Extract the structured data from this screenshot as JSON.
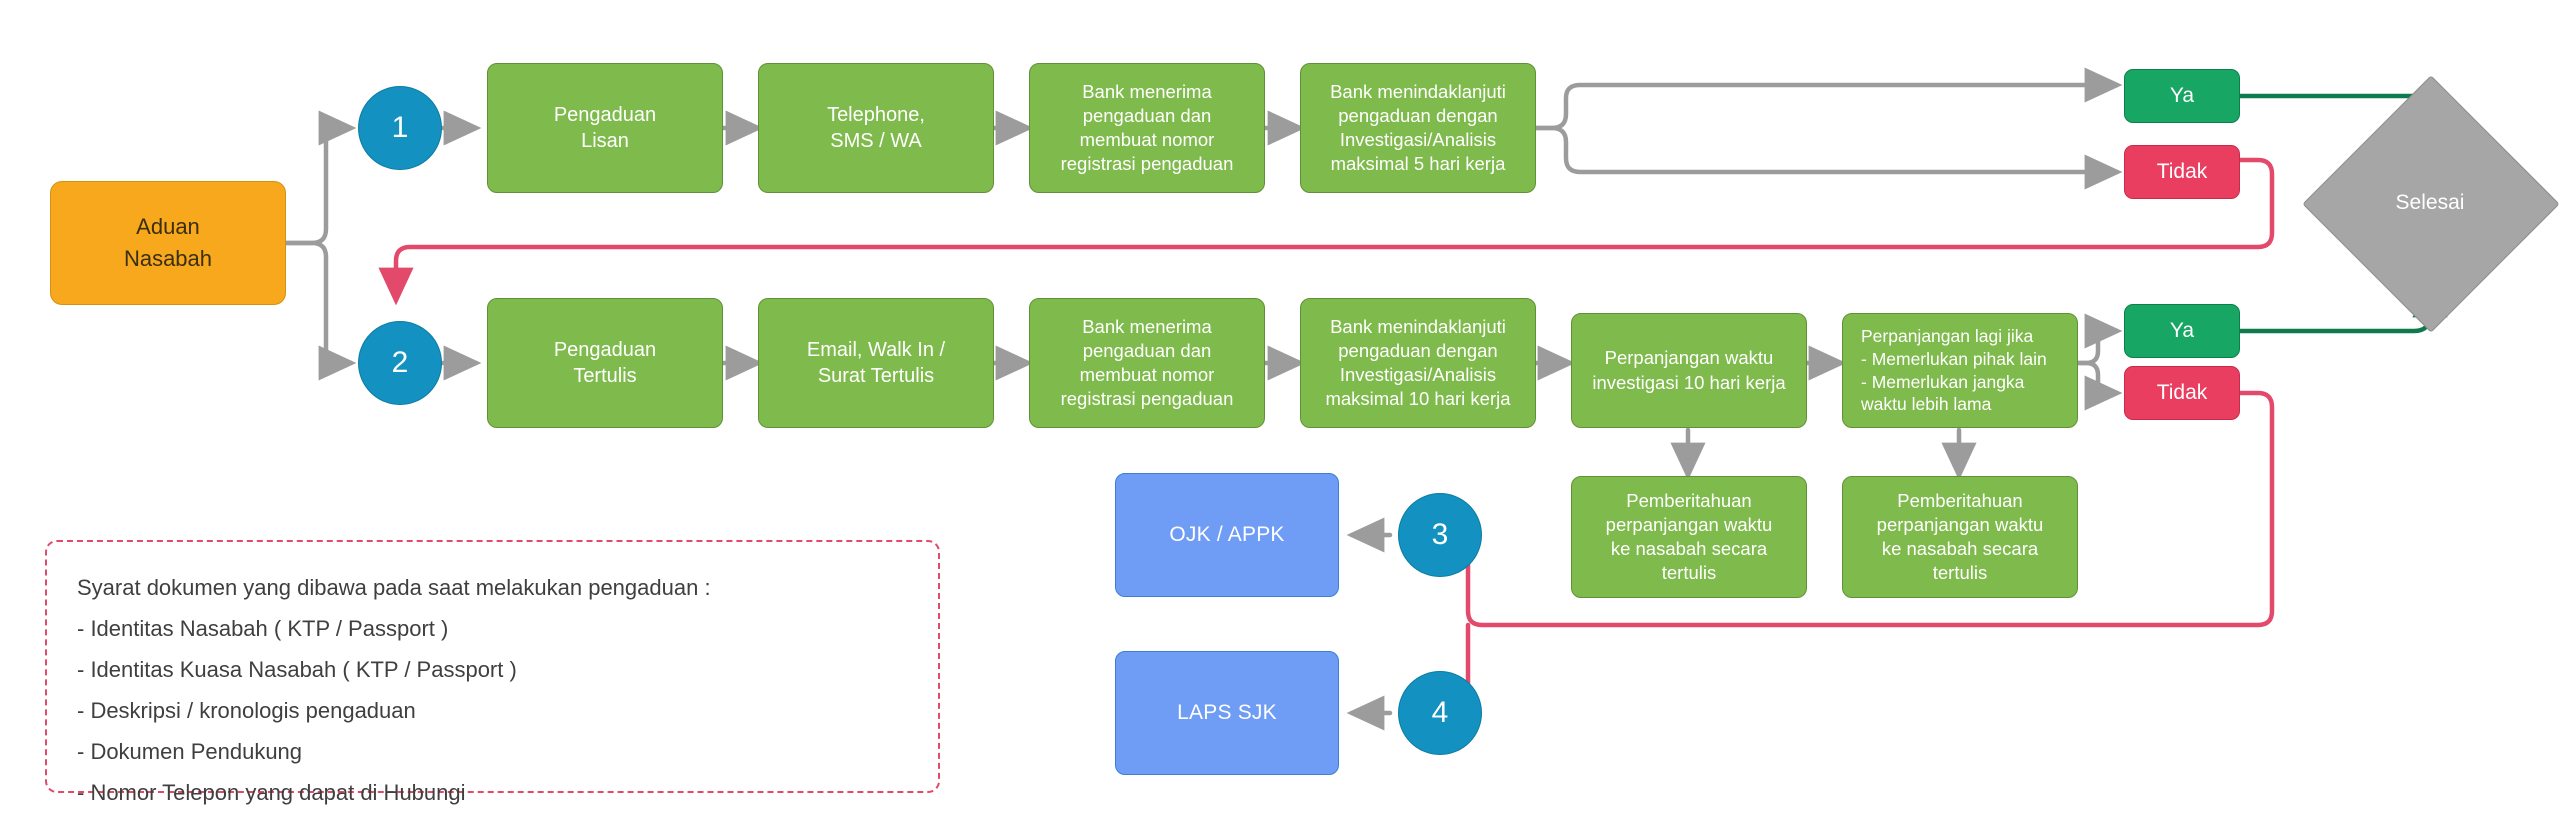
{
  "diagram": {
    "title": "Alur Pengaduan Nasabah",
    "colors": {
      "green_fill": "#7fba4c",
      "green_stroke": "#5f9235",
      "orange_fill": "#f8a81c",
      "blue_fill": "#6f9cf5",
      "circle_fill": "#1391c0",
      "yes_fill": "#17a663",
      "no_fill": "#ea3e61",
      "diamond_fill": "#a6a6a6",
      "connector_gray": "#9c9c9c",
      "connector_pink": "#e2496b",
      "connector_green": "#0f7a4d"
    }
  },
  "start": {
    "label": "Aduan\nNasabah",
    "line1": "Aduan",
    "line2": "Nasabah"
  },
  "branch_markers": [
    {
      "id": "marker-1",
      "label": "1"
    },
    {
      "id": "marker-2",
      "label": "2"
    },
    {
      "id": "marker-3",
      "label": "3"
    },
    {
      "id": "marker-4",
      "label": "4"
    }
  ],
  "row1": {
    "name": "Pengaduan Lisan",
    "steps": [
      {
        "id": "row1-step-1",
        "lines": [
          "Pengaduan",
          "Lisan"
        ]
      },
      {
        "id": "row1-step-2",
        "lines": [
          "Telephone,",
          "SMS / WA"
        ]
      },
      {
        "id": "row1-step-3",
        "lines": [
          "Bank menerima",
          "pengaduan dan",
          "membuat nomor",
          "registrasi pengaduan"
        ]
      },
      {
        "id": "row1-step-4",
        "lines": [
          "Bank menindaklanjuti",
          "pengaduan dengan",
          "Investigasi/Analisis",
          "maksimal 5 hari kerja"
        ]
      }
    ],
    "decision_yes": "Ya",
    "decision_no": "Tidak"
  },
  "row2": {
    "name": "Pengaduan Tertulis",
    "steps": [
      {
        "id": "row2-step-1",
        "lines": [
          "Pengaduan",
          "Tertulis"
        ]
      },
      {
        "id": "row2-step-2",
        "lines": [
          "Email, Walk In /",
          "Surat Tertulis"
        ]
      },
      {
        "id": "row2-step-3",
        "lines": [
          "Bank menerima",
          "pengaduan dan",
          "membuat nomor",
          "registrasi pengaduan"
        ]
      },
      {
        "id": "row2-step-4",
        "lines": [
          "Bank menindaklanjuti",
          "pengaduan dengan",
          "Investigasi/Analisis",
          "maksimal 10 hari kerja"
        ]
      },
      {
        "id": "row2-step-5",
        "lines": [
          "Perpanjangan waktu",
          "investigasi 10 hari kerja"
        ]
      },
      {
        "id": "row2-step-6",
        "lines": [
          "Perpanjangan lagi jika",
          "- Memerlukan pihak lain",
          "- Memerlukan jangka",
          "   waktu lebih lama"
        ]
      }
    ],
    "decision_yes": "Ya",
    "decision_no": "Tidak"
  },
  "notifications": [
    {
      "id": "notif-1",
      "lines": [
        "Pemberitahuan",
        "perpanjangan waktu",
        "ke nasabah secara",
        "tertulis"
      ]
    },
    {
      "id": "notif-2",
      "lines": [
        "Pemberitahuan",
        "perpanjangan waktu",
        "ke nasabah secara",
        "tertulis"
      ]
    }
  ],
  "escalations": [
    {
      "id": "escalation-ojk",
      "label": "OJK / APPK"
    },
    {
      "id": "escalation-laps",
      "label": "LAPS SJK"
    }
  ],
  "end": {
    "label": "Selesai"
  },
  "legend": {
    "heading": "Syarat dokumen yang dibawa pada saat melakukan pengaduan :",
    "items": [
      "- Identitas Nasabah ( KTP / Passport )",
      "- Identitas Kuasa Nasabah ( KTP / Passport )",
      "- Deskripsi / kronologis pengaduan",
      "- Dokumen Pendukung",
      "- Nomor Telepon yang dapat di Hubungi"
    ]
  }
}
